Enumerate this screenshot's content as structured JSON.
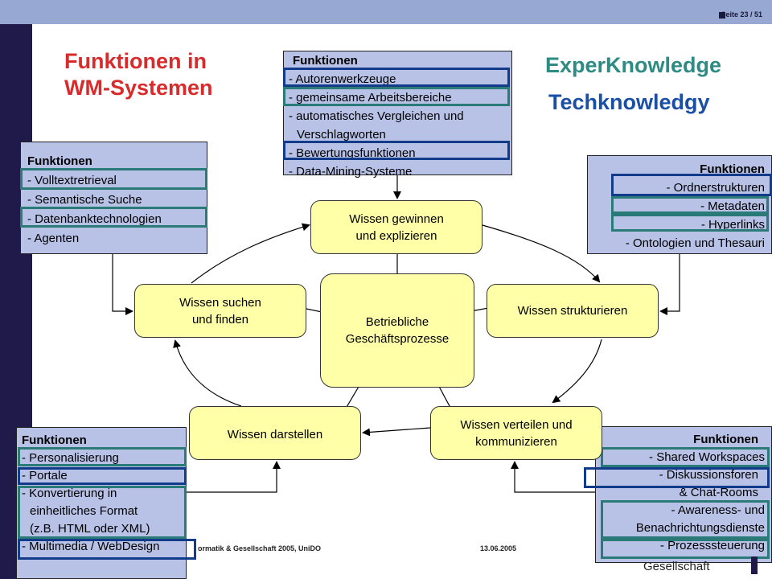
{
  "header": {
    "page_label": "Seite 23 / 51"
  },
  "title_lines": [
    "Funktionen in",
    "WM-Systemen"
  ],
  "brand": {
    "line1": "ExperKnowledge",
    "line2": "Techknowledgy"
  },
  "boxes": {
    "top": {
      "header": "Funktionen",
      "items": [
        "- Autorenwerkzeuge",
        "- gemeinsame Arbeitsbereiche",
        "- automatisches Vergleichen und",
        "  Verschlagworten",
        "- Bewertungsfunktionen",
        "- Data-Mining-Systeme"
      ]
    },
    "left": {
      "header": "Funktionen",
      "items": [
        "- Volltextretrieval",
        "- Semantische Suche",
        "- Datenbanktechnologien",
        "- Agenten"
      ]
    },
    "right": {
      "header": "Funktionen",
      "items": [
        "- Ordnerstrukturen",
        "- Metadaten",
        "- Hyperlinks",
        "- Ontologien und Thesauri"
      ]
    },
    "bottom_left": {
      "header": "Funktionen",
      "items": [
        "- Personalisierung",
        "- Portale",
        "- Konvertierung in",
        "  einheitliches Format",
        "  (z.B. HTML oder XML)",
        "- Multimedia / WebDesign"
      ]
    },
    "bottom_right": {
      "header": "Funktionen",
      "items": [
        "- Shared Workspaces",
        "- Diskussionsforen",
        "  & Chat-Rooms",
        "- Awareness- und",
        "Benachrichtungsdienste",
        "- Prozesssteuerung"
      ]
    }
  },
  "nodes": {
    "gewinnen": "Wissen gewinnen\nund explizieren",
    "suchen": "Wissen suchen\nund finden",
    "center": "Betriebliche\nGeschäftsprozesse",
    "strukturieren": "Wissen strukturieren",
    "darstellen": "Wissen darstellen",
    "verteilen": "Wissen verteilen und\nkommunizieren"
  },
  "footer": {
    "left": "ormatik & Gesellschaft 2005, UniDO",
    "date": "13.06.2005",
    "right": "Gesellschaft"
  },
  "colors": {
    "title": "#d92b2b",
    "brand_teal": "#2d8b84",
    "brand_blue": "#1a4fa6",
    "box_fill": "#b8c1e6",
    "node_fill": "#ffffa8",
    "highlight_teal": "#2a7a78",
    "highlight_blue": "#123c8a"
  }
}
